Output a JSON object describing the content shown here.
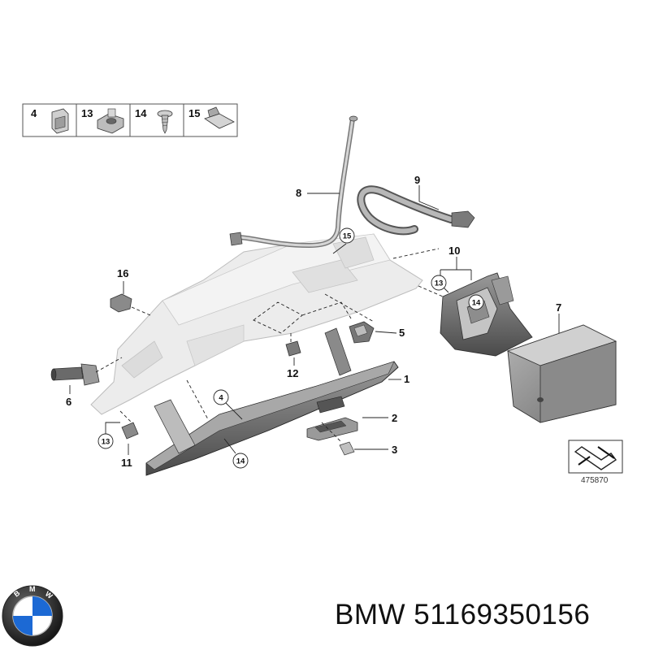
{
  "legend_parts": [
    "4",
    "13",
    "14",
    "15"
  ],
  "callouts": {
    "c1": "1",
    "c2": "2",
    "c3": "3",
    "c4": "4",
    "c5": "5",
    "c6": "6",
    "c7": "7",
    "c8": "8",
    "c9": "9",
    "c10": "10",
    "c11": "11",
    "c12": "12",
    "c13a": "13",
    "c13b": "13",
    "c14a": "14",
    "c14b": "14",
    "c15": "15",
    "c16": "16"
  },
  "diagram_id": "475870",
  "brand": "BMW",
  "part_number": "51169350156",
  "colors": {
    "line": "#222222",
    "part_light": "#e6e6e6",
    "part_mid": "#b9b9b9",
    "part_dark": "#6f6f6f"
  }
}
